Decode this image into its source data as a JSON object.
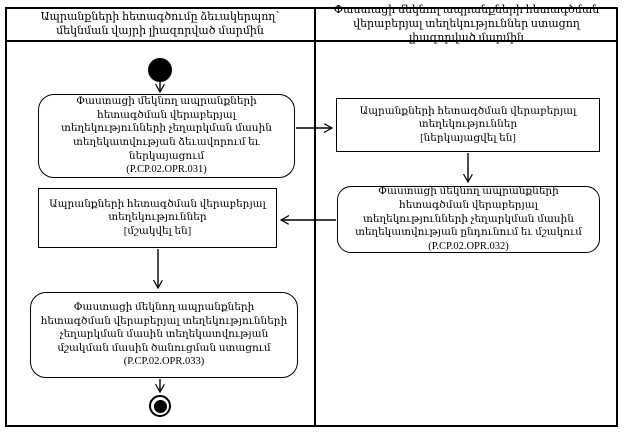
{
  "diagram": {
    "kind": "uml-activity-swimlane",
    "colors": {
      "border": "#000000",
      "background": "#ffffff",
      "text": "#000000"
    },
    "lanes": [
      {
        "title": "Ապրանքների հետագծումը ձեւակերպող՝ մեկնման վայրի լիազորված մարմին"
      },
      {
        "title": "Փաստացի մեկնող ապրանքների հետագծման վերաբերյալ տեղեկություններ ստացող լիազորված մարմին"
      }
    ],
    "nodes": {
      "start": {
        "type": "initial-node"
      },
      "opr031": {
        "type": "activity",
        "text": "Փաստացի մեկնող ապրանքների հետագծման վերաբերյալ տեղեկությունների չեղարկման մասին տեղեկատվության ձեւավորում եւ ներկայացում",
        "code": "(P.CP.02.OPR.031)"
      },
      "info_submitted": {
        "type": "object-state",
        "text": "Ապրանքների հետագծման վերաբերյալ տեղեկություններ",
        "state": "[ներկայացվել են]"
      },
      "opr032": {
        "type": "activity",
        "text": "Փաստացի մեկնող ապրանքների հետագծման վերաբերյալ տեղեկությունների չեղարկման մասին տեղեկատվության ընդունում եւ մշակում",
        "code": "(P.CP.02.OPR.032)"
      },
      "info_processed": {
        "type": "object-state",
        "text": "Ապրանքների հետագծման վերաբերյալ տեղեկություններ",
        "state": "[մշակվել են]"
      },
      "opr033": {
        "type": "activity",
        "text": "Փաստացի մեկնող ապրանքների հետագծման վերաբերյալ տեղեկությունների չեղարկման մասին տեղեկատվության մշակման մասին ծանուցման ստացում",
        "code": "(P.CP.02.OPR.033)"
      },
      "end": {
        "type": "final-node"
      }
    },
    "edges": [
      {
        "from": "start",
        "to": "opr031"
      },
      {
        "from": "opr031",
        "to": "info_submitted"
      },
      {
        "from": "info_submitted",
        "to": "opr032"
      },
      {
        "from": "opr032",
        "to": "info_processed"
      },
      {
        "from": "info_processed",
        "to": "opr033"
      },
      {
        "from": "opr033",
        "to": "end"
      }
    ]
  }
}
